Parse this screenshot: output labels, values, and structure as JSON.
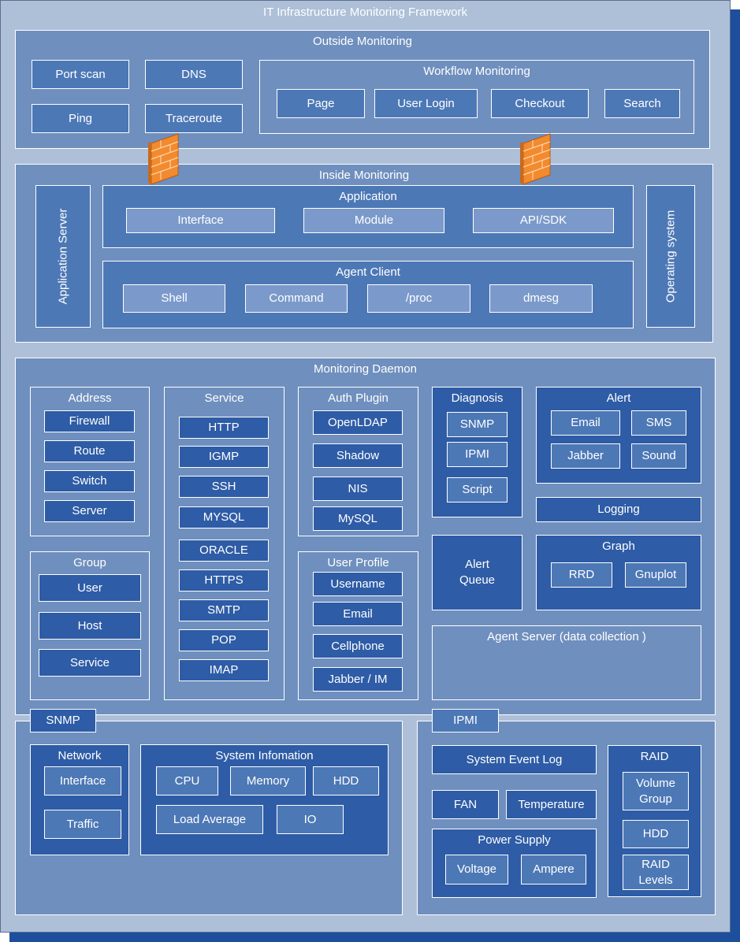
{
  "title": "IT Infrastructure Monitoring Framework",
  "outside": {
    "title": "Outside Monitoring",
    "items": [
      "Port scan",
      "DNS",
      "Ping",
      "Traceroute"
    ],
    "workflow": {
      "title": "Workflow Monitoring",
      "items": [
        "Page",
        "User Login",
        "Checkout",
        "Search"
      ]
    }
  },
  "inside": {
    "title": "Inside Monitoring",
    "app_server": "Application Server",
    "os": "Operating system",
    "application": {
      "title": "Application",
      "items": [
        "Interface",
        "Module",
        "API/SDK"
      ]
    },
    "agent_client": {
      "title": "Agent Client",
      "items": [
        "Shell",
        "Command",
        "/proc",
        "dmesg"
      ]
    }
  },
  "daemon": {
    "title": "Monitoring Daemon",
    "address": {
      "title": "Address",
      "items": [
        "Firewall",
        "Route",
        "Switch",
        "Server"
      ]
    },
    "group": {
      "title": "Group",
      "items": [
        "User",
        "Host",
        "Service"
      ]
    },
    "service": {
      "title": "Service",
      "items": [
        "HTTP",
        "IGMP",
        "SSH",
        "MYSQL",
        "ORACLE",
        "HTTPS",
        "SMTP",
        "POP",
        "IMAP"
      ]
    },
    "auth": {
      "title": "Auth Plugin",
      "items": [
        "OpenLDAP",
        "Shadow",
        "NIS",
        "MySQL"
      ]
    },
    "profile": {
      "title": "User Profile",
      "items": [
        "Username",
        "Email",
        "Cellphone",
        "Jabber / IM"
      ]
    },
    "diagnosis": {
      "title": "Diagnosis",
      "items": [
        "SNMP",
        "IPMI",
        "Script"
      ]
    },
    "alert": {
      "title": "Alert",
      "items": [
        "Email",
        "SMS",
        "Jabber",
        "Sound"
      ]
    },
    "logging": "Logging",
    "alert_queue": "Alert Queue",
    "graph": {
      "title": "Graph",
      "items": [
        "RRD",
        "Gnuplot"
      ]
    },
    "agent_server": "Agent Server (data collection )"
  },
  "snmp": {
    "tab": "SNMP",
    "network": {
      "title": "Network",
      "items": [
        "Interface",
        "Traffic"
      ]
    },
    "sysinfo": {
      "title": "System Infomation",
      "items": [
        "CPU",
        "Memory",
        "HDD",
        "Load Average",
        "IO"
      ]
    }
  },
  "ipmi": {
    "tab": "IPMI",
    "sel": "System Event Log",
    "fan": "FAN",
    "temperature": "Temperature",
    "power": {
      "title": "Power Supply",
      "items": [
        "Voltage",
        "Ampere"
      ]
    },
    "raid": {
      "title": "RAID",
      "items": [
        "Volume Group",
        "HDD",
        "RAID Levels"
      ]
    }
  },
  "icons": {
    "firewall": "firewall-brick-icon"
  },
  "colors": {
    "frame": "#aebfd8",
    "section": "#6f8fbe",
    "box": "#4d78b6",
    "dark": "#2e5ca6",
    "shadow": "#1d4f9c",
    "firewall": "#f28a2e"
  }
}
